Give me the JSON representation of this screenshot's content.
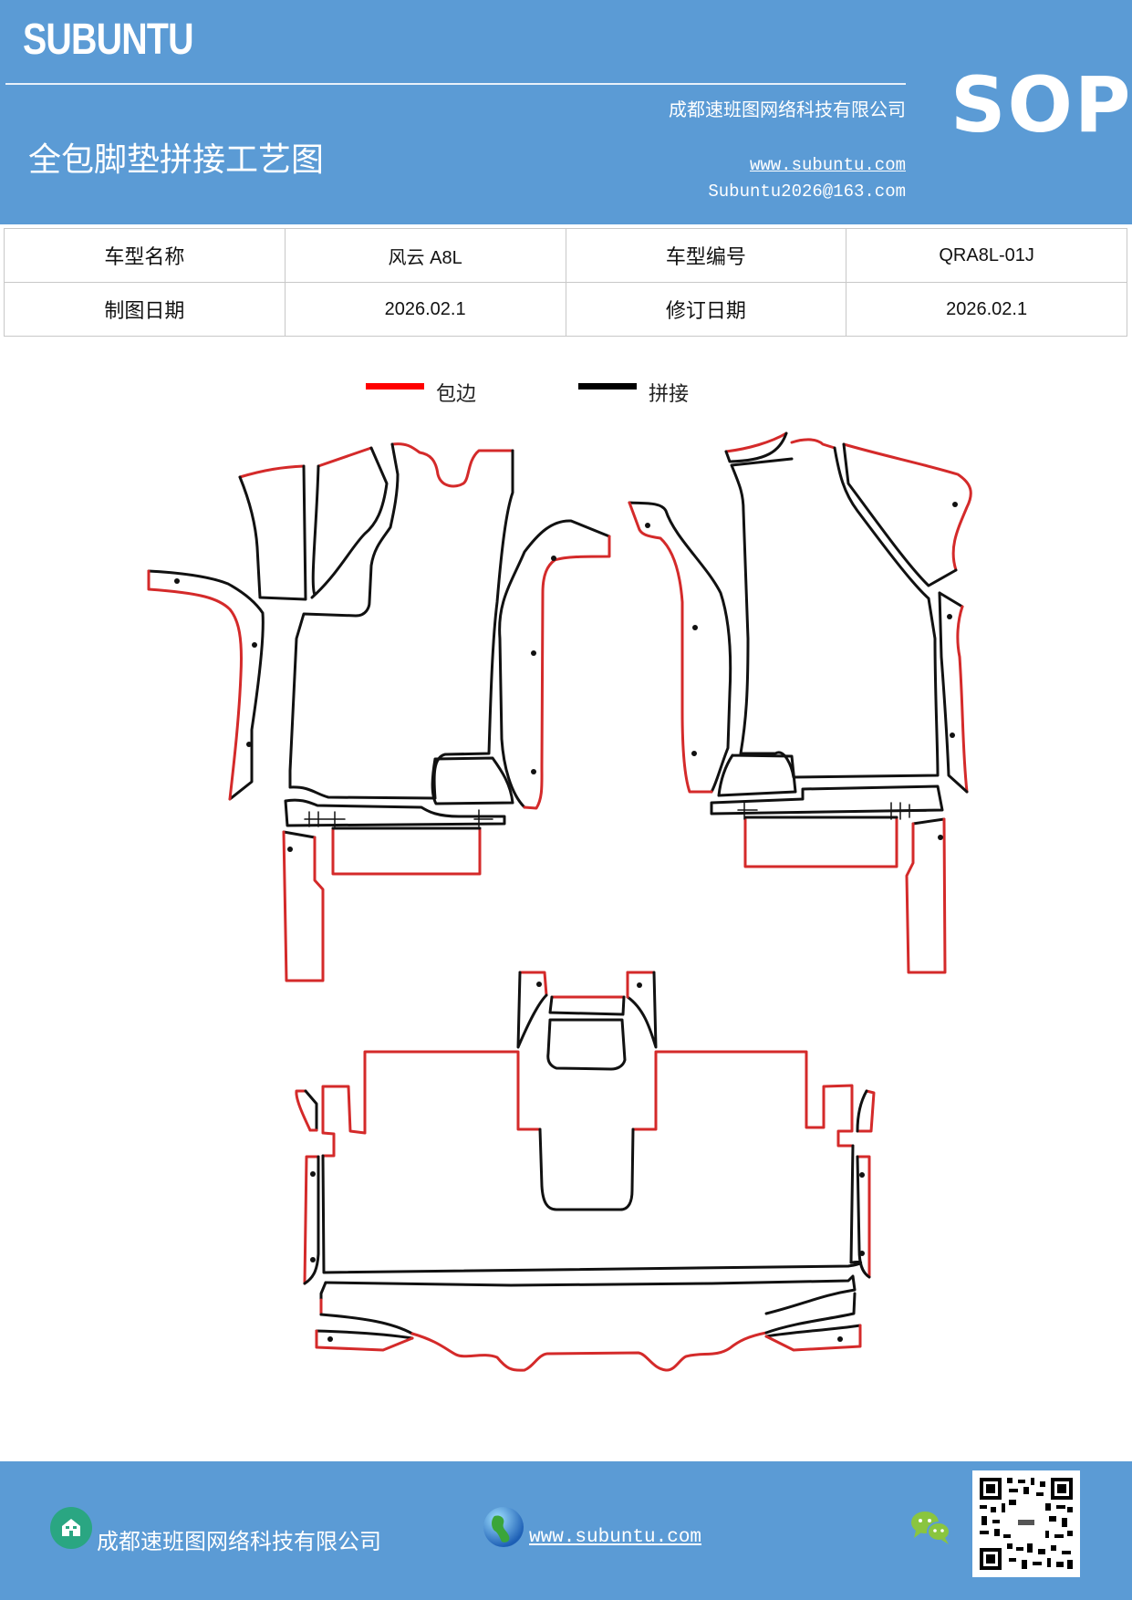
{
  "header": {
    "brand": "SUBUNTU",
    "badge": "SOP",
    "title": "全包脚垫拼接工艺图",
    "company": "成都速班图网络科技有限公司",
    "website": "www.subuntu.com",
    "email": "Subuntu2026@163.com",
    "background_color": "#5b9bd5"
  },
  "info_table": {
    "rows": [
      {
        "label1": "车型名称",
        "value1": "风云 A8L",
        "label2": "车型编号",
        "value2": "QRA8L-01J"
      },
      {
        "label1": "制图日期",
        "value1": "2026.02.1",
        "label2": "修订日期",
        "value2": "2026.02.1"
      }
    ]
  },
  "legend": {
    "items": [
      {
        "label": "包边",
        "color": "#ff0000",
        "meaning": "edge binding"
      },
      {
        "label": "拼接",
        "color": "#000000",
        "meaning": "splicing seam"
      }
    ]
  },
  "diagram": {
    "groups": [
      {
        "name": "driver-side-front",
        "position": "top-left"
      },
      {
        "name": "passenger-side-front",
        "position": "top-right"
      },
      {
        "name": "rear-row",
        "position": "bottom-center"
      }
    ],
    "line_colors": {
      "binding": "#d42a2a",
      "seam": "#111111"
    }
  },
  "footer": {
    "company": "成都速班图网络科技有限公司",
    "website": "www.subuntu.com",
    "icons": [
      "building-icon",
      "globe-icon",
      "wechat-icon",
      "qr-code"
    ]
  }
}
